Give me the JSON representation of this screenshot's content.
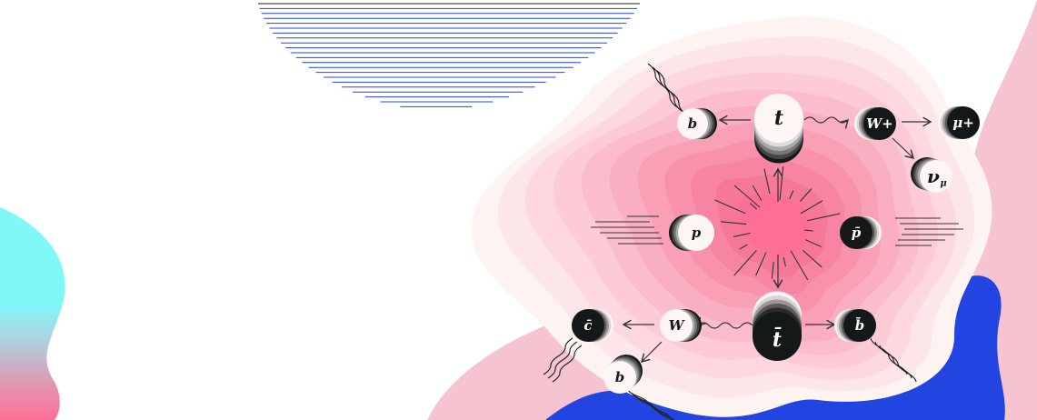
{
  "colors": {
    "pink_bg": "#f6c3d0",
    "blue": "#2244e0",
    "cyan": "#80f8fa",
    "core_pink": "#ff6e95",
    "dark": "#151818",
    "light": "#fdf6f4"
  },
  "particles": {
    "b_top": "b",
    "t": "t",
    "w_plus": "W+",
    "mu_plus": "μ+",
    "nu_mu": "ν",
    "nu_mu_sub": "μ",
    "p": "p",
    "p_bar": "p̄",
    "c_bar": "c̄",
    "w": "W",
    "t_bar": "t̄",
    "b_bar": "b̄",
    "b_bottom": "b"
  }
}
